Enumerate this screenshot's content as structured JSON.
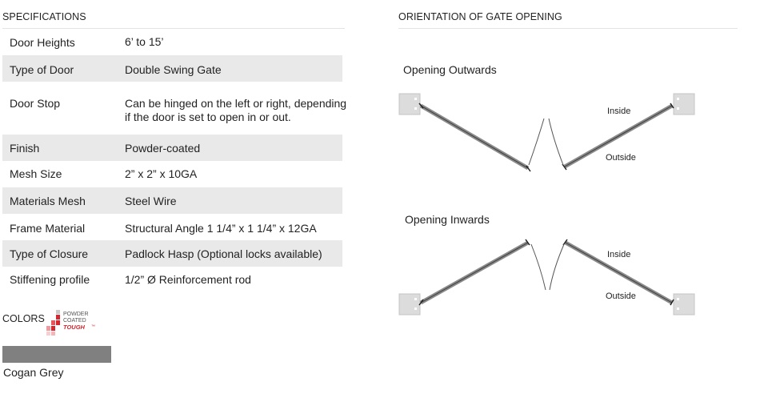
{
  "specs": {
    "heading": "SPECIFICATIONS",
    "rows": [
      {
        "label": "Door Heights",
        "value": "6’ to 15’"
      },
      {
        "label": "Type of Door",
        "value": "Double Swing Gate"
      },
      {
        "label": "Door Stop",
        "value": "Can be hinged on the left or right, depending if the door is set to open in or out."
      },
      {
        "label": "Finish",
        "value": "Powder-coated"
      },
      {
        "label": "Mesh Size",
        "value": "2” x 2” x 10GA"
      },
      {
        "label": "Materials Mesh",
        "value": "Steel Wire"
      },
      {
        "label": "Frame Material",
        "value": "Structural Angle 1 1/4” x 1 1/4” x 12GA"
      },
      {
        "label": "Type of Closure",
        "value": "Padlock Hasp (Optional locks available)"
      },
      {
        "label": "Stiffening profile",
        "value": "1/2” Ø Reinforcement rod"
      }
    ]
  },
  "colors": {
    "heading": "COLORS",
    "logo": {
      "line1": "POWDER",
      "line2": "COATED",
      "line3": "TOUGH",
      "mark": "™",
      "accent": "#d7262e"
    },
    "swatches": [
      {
        "name": "Cogan Grey",
        "hex": "#808080"
      }
    ]
  },
  "orientation": {
    "heading": "ORIENTATION OF GATE OPENING",
    "outwards": {
      "title": "Opening Outwards",
      "inside": "Inside",
      "outside": "Outside"
    },
    "inwards": {
      "title": "Opening Inwards",
      "inside": "Inside",
      "outside": "Outside"
    }
  }
}
